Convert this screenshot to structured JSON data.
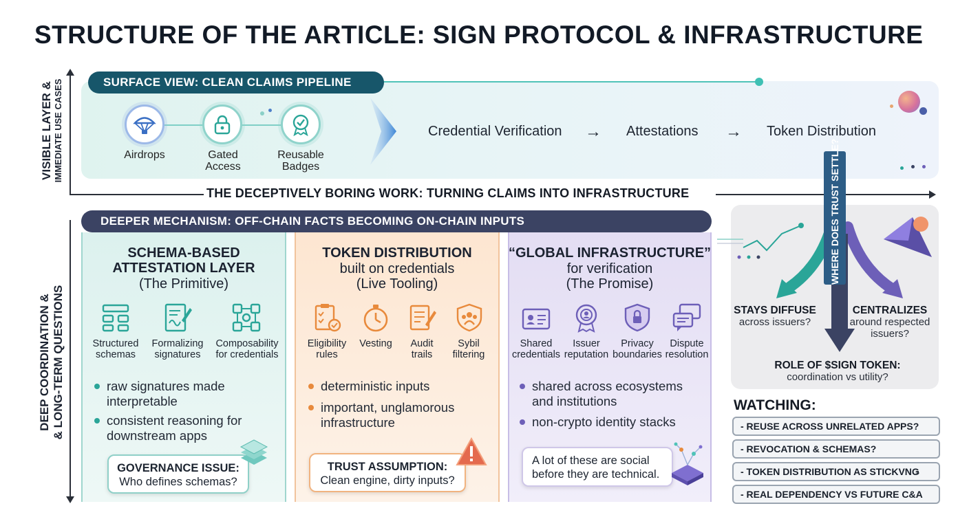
{
  "title": "STRUCTURE OF THE ARTICLE: SIGN PROTOCOL & INFRASTRUCTURE",
  "axes": {
    "top_label_line1": "VISIBLE LAYER &",
    "top_label_line2": "IMMEDIATE USE CASES",
    "bottom_label_line1": "DEEP COORDINATION &",
    "bottom_label_line2": "& LONG-TERM QUESTIONS",
    "mid_label": "THE DECEPTIVELY BORING WORK: TURNING CLAIMS INTO INFRASTRUCTURE"
  },
  "surface": {
    "pill": "SURFACE VIEW: CLEAN CLAIMS PIPELINE",
    "use_cases": [
      {
        "label": "Airdrops",
        "icon": "parachute-icon"
      },
      {
        "label": "Gated Access",
        "icon": "lock-icon"
      },
      {
        "label": "Reusable Badges",
        "icon": "badge-icon"
      }
    ],
    "flow": [
      "Credential Verification",
      "Attestations",
      "Token Distribution"
    ],
    "arrow": "→"
  },
  "deeper": {
    "pill": "DEEPER MECHANISM: OFF-CHAIN FACTS BECOMING ON-CHAIN INPUTS",
    "panels": [
      {
        "heading_line1": "SCHEMA-BASED",
        "heading_line2": "ATTESTATION LAYER",
        "sub_line1": "(The Primitive)",
        "sub_line2": "",
        "color": "#2aa598",
        "icons": [
          {
            "label_line1": "Structured",
            "label_line2": "schemas",
            "icon": "hierarchy-icon"
          },
          {
            "label_line1": "Formalizing",
            "label_line2": "signatures",
            "icon": "signature-icon"
          },
          {
            "label_line1": "Composability",
            "label_line2": "for credentials",
            "icon": "composability-icon"
          }
        ],
        "bullets": [
          {
            "line1": "raw signatures made",
            "line2": "interpretable"
          },
          {
            "line1": "consistent reasoning for",
            "line2": "downstream apps"
          }
        ],
        "callout_title": "GOVERNANCE ISSUE:",
        "callout_body": "Who defines schemas?"
      },
      {
        "heading_line1": "TOKEN DISTRIBUTION",
        "heading_line2": "",
        "sub_line1": "built on credentials",
        "sub_line2": "(Live Tooling)",
        "color": "#e88a3c",
        "icons": [
          {
            "label_line1": "Eligibility",
            "label_line2": "rules",
            "icon": "checklist-icon"
          },
          {
            "label_line1": "Vesting",
            "label_line2": "",
            "icon": "stopwatch-icon"
          },
          {
            "label_line1": "Audit",
            "label_line2": "trails",
            "icon": "audit-icon"
          },
          {
            "label_line1": "Sybil",
            "label_line2": "filtering",
            "icon": "shield-people-icon"
          }
        ],
        "bullets": [
          {
            "line1": "deterministic inputs",
            "line2": ""
          },
          {
            "line1": "important, unglamorous",
            "line2": "infrastructure"
          }
        ],
        "callout_title": "TRUST ASSUMPTION:",
        "callout_body": "Clean engine, dirty inputs?"
      },
      {
        "heading_line1": "“GLOBAL INFRASTRUCTURE”",
        "heading_line2": "",
        "sub_line1": "for verification",
        "sub_line2": "(The Promise)",
        "color": "#6d5fb8",
        "icons": [
          {
            "label_line1": "Shared",
            "label_line2": "credentials",
            "icon": "id-card-icon"
          },
          {
            "label_line1": "Issuer",
            "label_line2": "reputation",
            "icon": "award-icon"
          },
          {
            "label_line1": "Privacy",
            "label_line2": "boundaries",
            "icon": "privacy-shield-icon"
          },
          {
            "label_line1": "Dispute",
            "label_line2": "resolution",
            "icon": "chat-bubbles-icon"
          }
        ],
        "bullets": [
          {
            "line1": "shared across ecosystems",
            "line2": "and institutions"
          },
          {
            "line1": "non-crypto identity stacks",
            "line2": ""
          }
        ],
        "callout_title": "",
        "callout_body_line1": "A lot of these are social",
        "callout_body_line2": "before they are technical."
      }
    ]
  },
  "trust": {
    "vertical_label": "WHERE DOES TRUST SETTLE?",
    "left_title": "STAYS DIFFUSE",
    "left_sub": "across issuers?",
    "right_title": "CENTRALIZES",
    "right_sub_line1": "around respected",
    "right_sub_line2": "issuers?",
    "bottom_title": "ROLE OF $SIGN TOKEN:",
    "bottom_sub": "coordination vs utility?"
  },
  "watching": {
    "title": "WATCHING:",
    "items": [
      "- REUSE ACROSS UNRELATED APPS?",
      "- REVOCATION & SCHEMAS?",
      "- TOKEN DISTRIBUTION AS STICKVNǤ",
      "- REAL DEPENDENCY VS FUTURE C&A"
    ]
  },
  "colors": {
    "teal": "#2aa598",
    "orange": "#e88a3c",
    "purple": "#6d5fb8",
    "navy": "#3b4363",
    "surface_pill": "#17566a"
  }
}
